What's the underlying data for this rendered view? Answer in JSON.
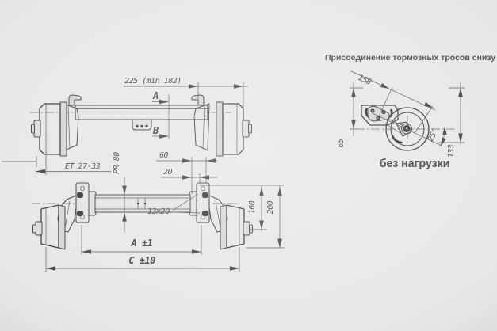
{
  "colors": {
    "background": "#e8e8e8",
    "line": "#4a4a4a",
    "text": "#4c4c4c",
    "dark_fill": "#3d3d3d"
  },
  "side_view": {
    "dim_width": "225 (min 182)",
    "label_a": "A",
    "label_b": "B"
  },
  "bottom_view": {
    "dim_offset": "ET 27-33",
    "dim_profile": "PR 80",
    "dim_60": "60",
    "dim_20": "20",
    "dim_slot": "13x20",
    "dim_160": "160",
    "dim_200": "200",
    "dim_track_a": "A ±1",
    "dim_overall_c": "C ±10"
  },
  "detail_view": {
    "title": "Присоединение тормозных тросов снизу",
    "dim_158": "158",
    "dim_65": "65",
    "dim_angle": "25°",
    "dim_133": "133",
    "caption": "без нагрузки"
  }
}
